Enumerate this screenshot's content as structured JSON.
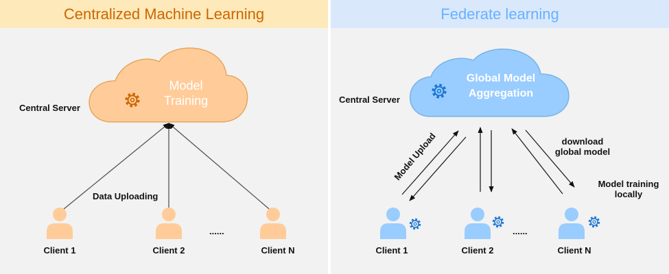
{
  "left": {
    "title": "Centralized Machine Learning",
    "server_label": "Central Server",
    "cloud_text_line1": "Model",
    "cloud_text_line2": "Training",
    "edge_label": "Data Uploading",
    "clients": [
      "Client 1",
      "Client 2",
      "Client N"
    ],
    "ellipsis": "......",
    "colors": {
      "header_bg": "#fde9b9",
      "header_text": "#cc6600",
      "cloud_fill": "#ffcc99",
      "cloud_stroke": "#e6a65c",
      "icon": "#cc6600",
      "person": "#ffcc99"
    }
  },
  "right": {
    "title": "Federate learning",
    "server_label": "Central Server",
    "cloud_text_line1": "Global Model",
    "cloud_text_line2": "Aggregation",
    "upload_label": "Model Upload",
    "download_label_line1": "download",
    "download_label_line2": "global model",
    "local_label_line1": "Model training",
    "local_label_line2": "locally",
    "clients": [
      "Client 1",
      "Client 2",
      "Client N"
    ],
    "ellipsis": "......",
    "colors": {
      "header_bg": "#dae8fc",
      "header_text": "#66b2ff",
      "cloud_fill": "#99ccff",
      "cloud_stroke": "#7ab3e6",
      "icon": "#1a75d1",
      "person": "#99ccff"
    }
  }
}
